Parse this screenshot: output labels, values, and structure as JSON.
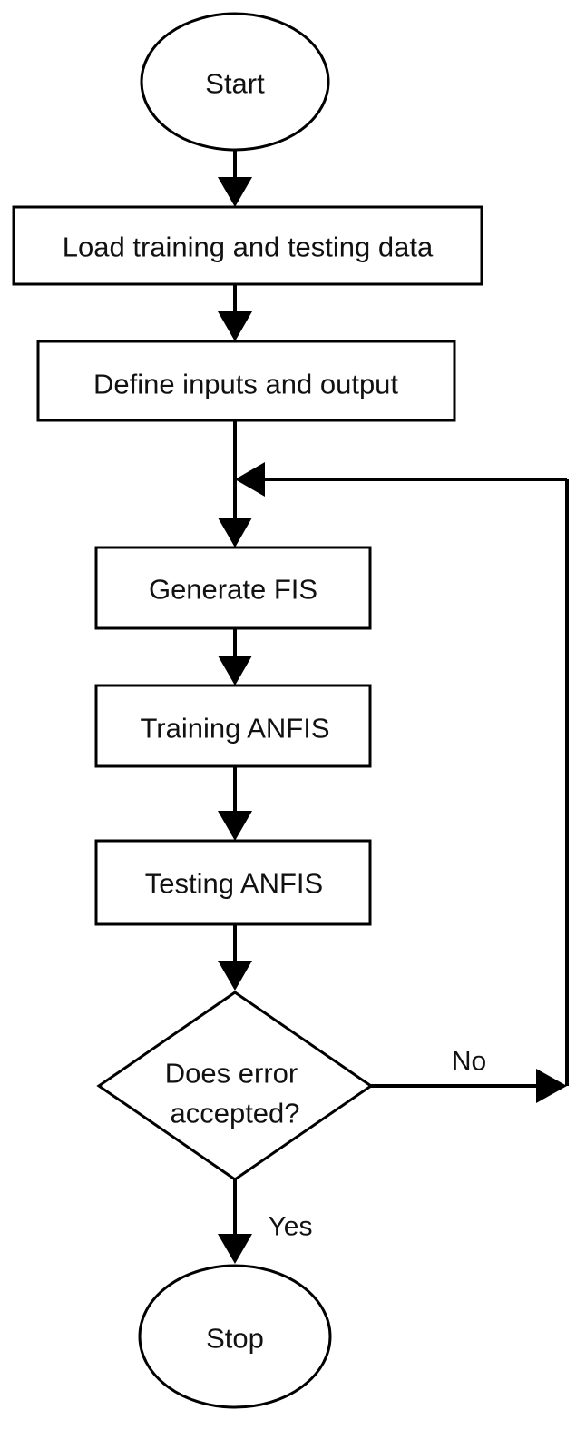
{
  "diagram": {
    "nodes": {
      "start": "Start",
      "load_data": "Load training and testing data",
      "define_io": "Define inputs and output",
      "generate_fis": "Generate FIS",
      "training": "Training ANFIS",
      "testing": "Testing ANFIS",
      "decision_line1": "Does error",
      "decision_line2": "accepted?",
      "stop": "Stop"
    },
    "edges": {
      "no_label": "No",
      "yes_label": "Yes"
    }
  }
}
